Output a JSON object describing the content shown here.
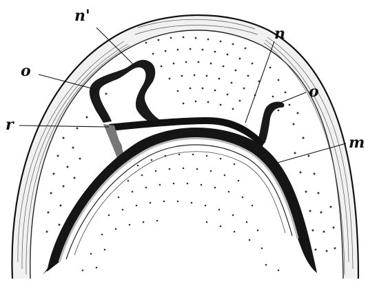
{
  "figure": {
    "labels": {
      "n_prime": "n'",
      "n": "n",
      "o_left": "o",
      "o_right": "o",
      "r": "r",
      "m": "m"
    }
  },
  "colors": {
    "ink": "#111111",
    "paper": "#ffffff"
  }
}
